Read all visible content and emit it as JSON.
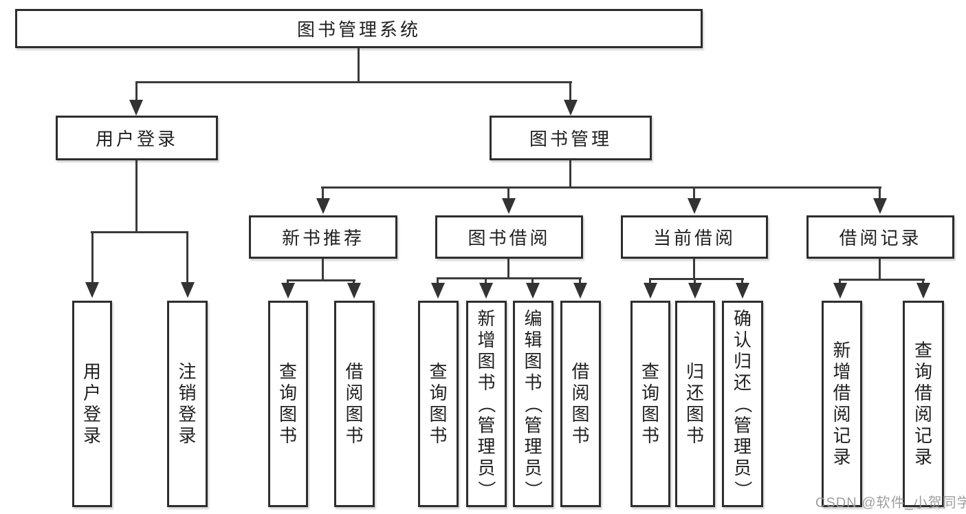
{
  "diagram_title": "图书管理系统",
  "tree": {
    "root": {
      "label": "图书管理系统"
    },
    "branches": [
      {
        "label": "用户登录",
        "children": [
          {
            "label": "用户登录"
          },
          {
            "label": "注销登录"
          }
        ]
      },
      {
        "label": "图书管理",
        "children": [
          {
            "label": "新书推荐",
            "children": [
              {
                "label": "查询图书"
              },
              {
                "label": "借阅图书"
              }
            ]
          },
          {
            "label": "图书借阅",
            "children": [
              {
                "label": "查询图书"
              },
              {
                "label": "新增图书（管理员）"
              },
              {
                "label": "编辑图书（管理员）"
              },
              {
                "label": "借阅图书"
              }
            ]
          },
          {
            "label": "当前借阅",
            "children": [
              {
                "label": "查询图书"
              },
              {
                "label": "归还图书"
              },
              {
                "label": "确认归还（管理员）"
              }
            ]
          },
          {
            "label": "借阅记录",
            "children": [
              {
                "label": "新增借阅记录"
              },
              {
                "label": "查询借阅记录"
              }
            ]
          }
        ]
      }
    ]
  },
  "watermark": "CSDN @软件_小贺同学",
  "colors": {
    "node_border": "#2d2d2d",
    "connector": "#3a3a3a",
    "text": "#1f1f1f",
    "watermark": "#9b9b9b",
    "background": "#ffffff"
  }
}
